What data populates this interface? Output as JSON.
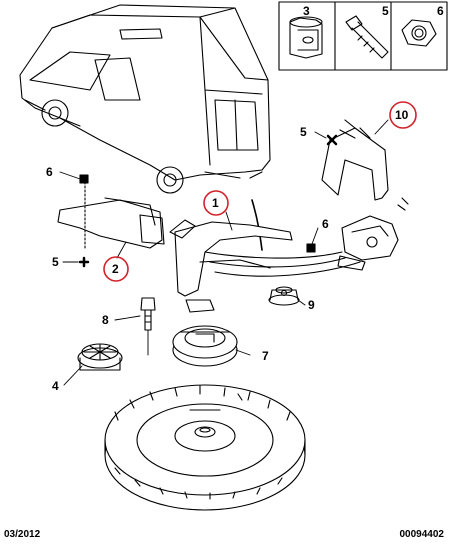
{
  "callouts": {
    "c1": "1",
    "c2": "2",
    "c3": "3",
    "c4": "4",
    "c5a": "5",
    "c5b": "5",
    "c5c": "5",
    "c6a": "6",
    "c6b": "6",
    "c6c": "6",
    "c7": "7",
    "c8": "8",
    "c9": "9",
    "c10": "10"
  },
  "footer": {
    "date": "03/2012",
    "ref": "00094402"
  },
  "colors": {
    "ring": "#d2232a",
    "line": "#000000",
    "fill": "#ffffff"
  },
  "icons": {
    "inset_3": "bush-nut-icon",
    "inset_5": "bolt-icon",
    "inset_6": "hex-nut-icon",
    "van": "van-icon",
    "wheel": "spare-wheel-icon"
  }
}
